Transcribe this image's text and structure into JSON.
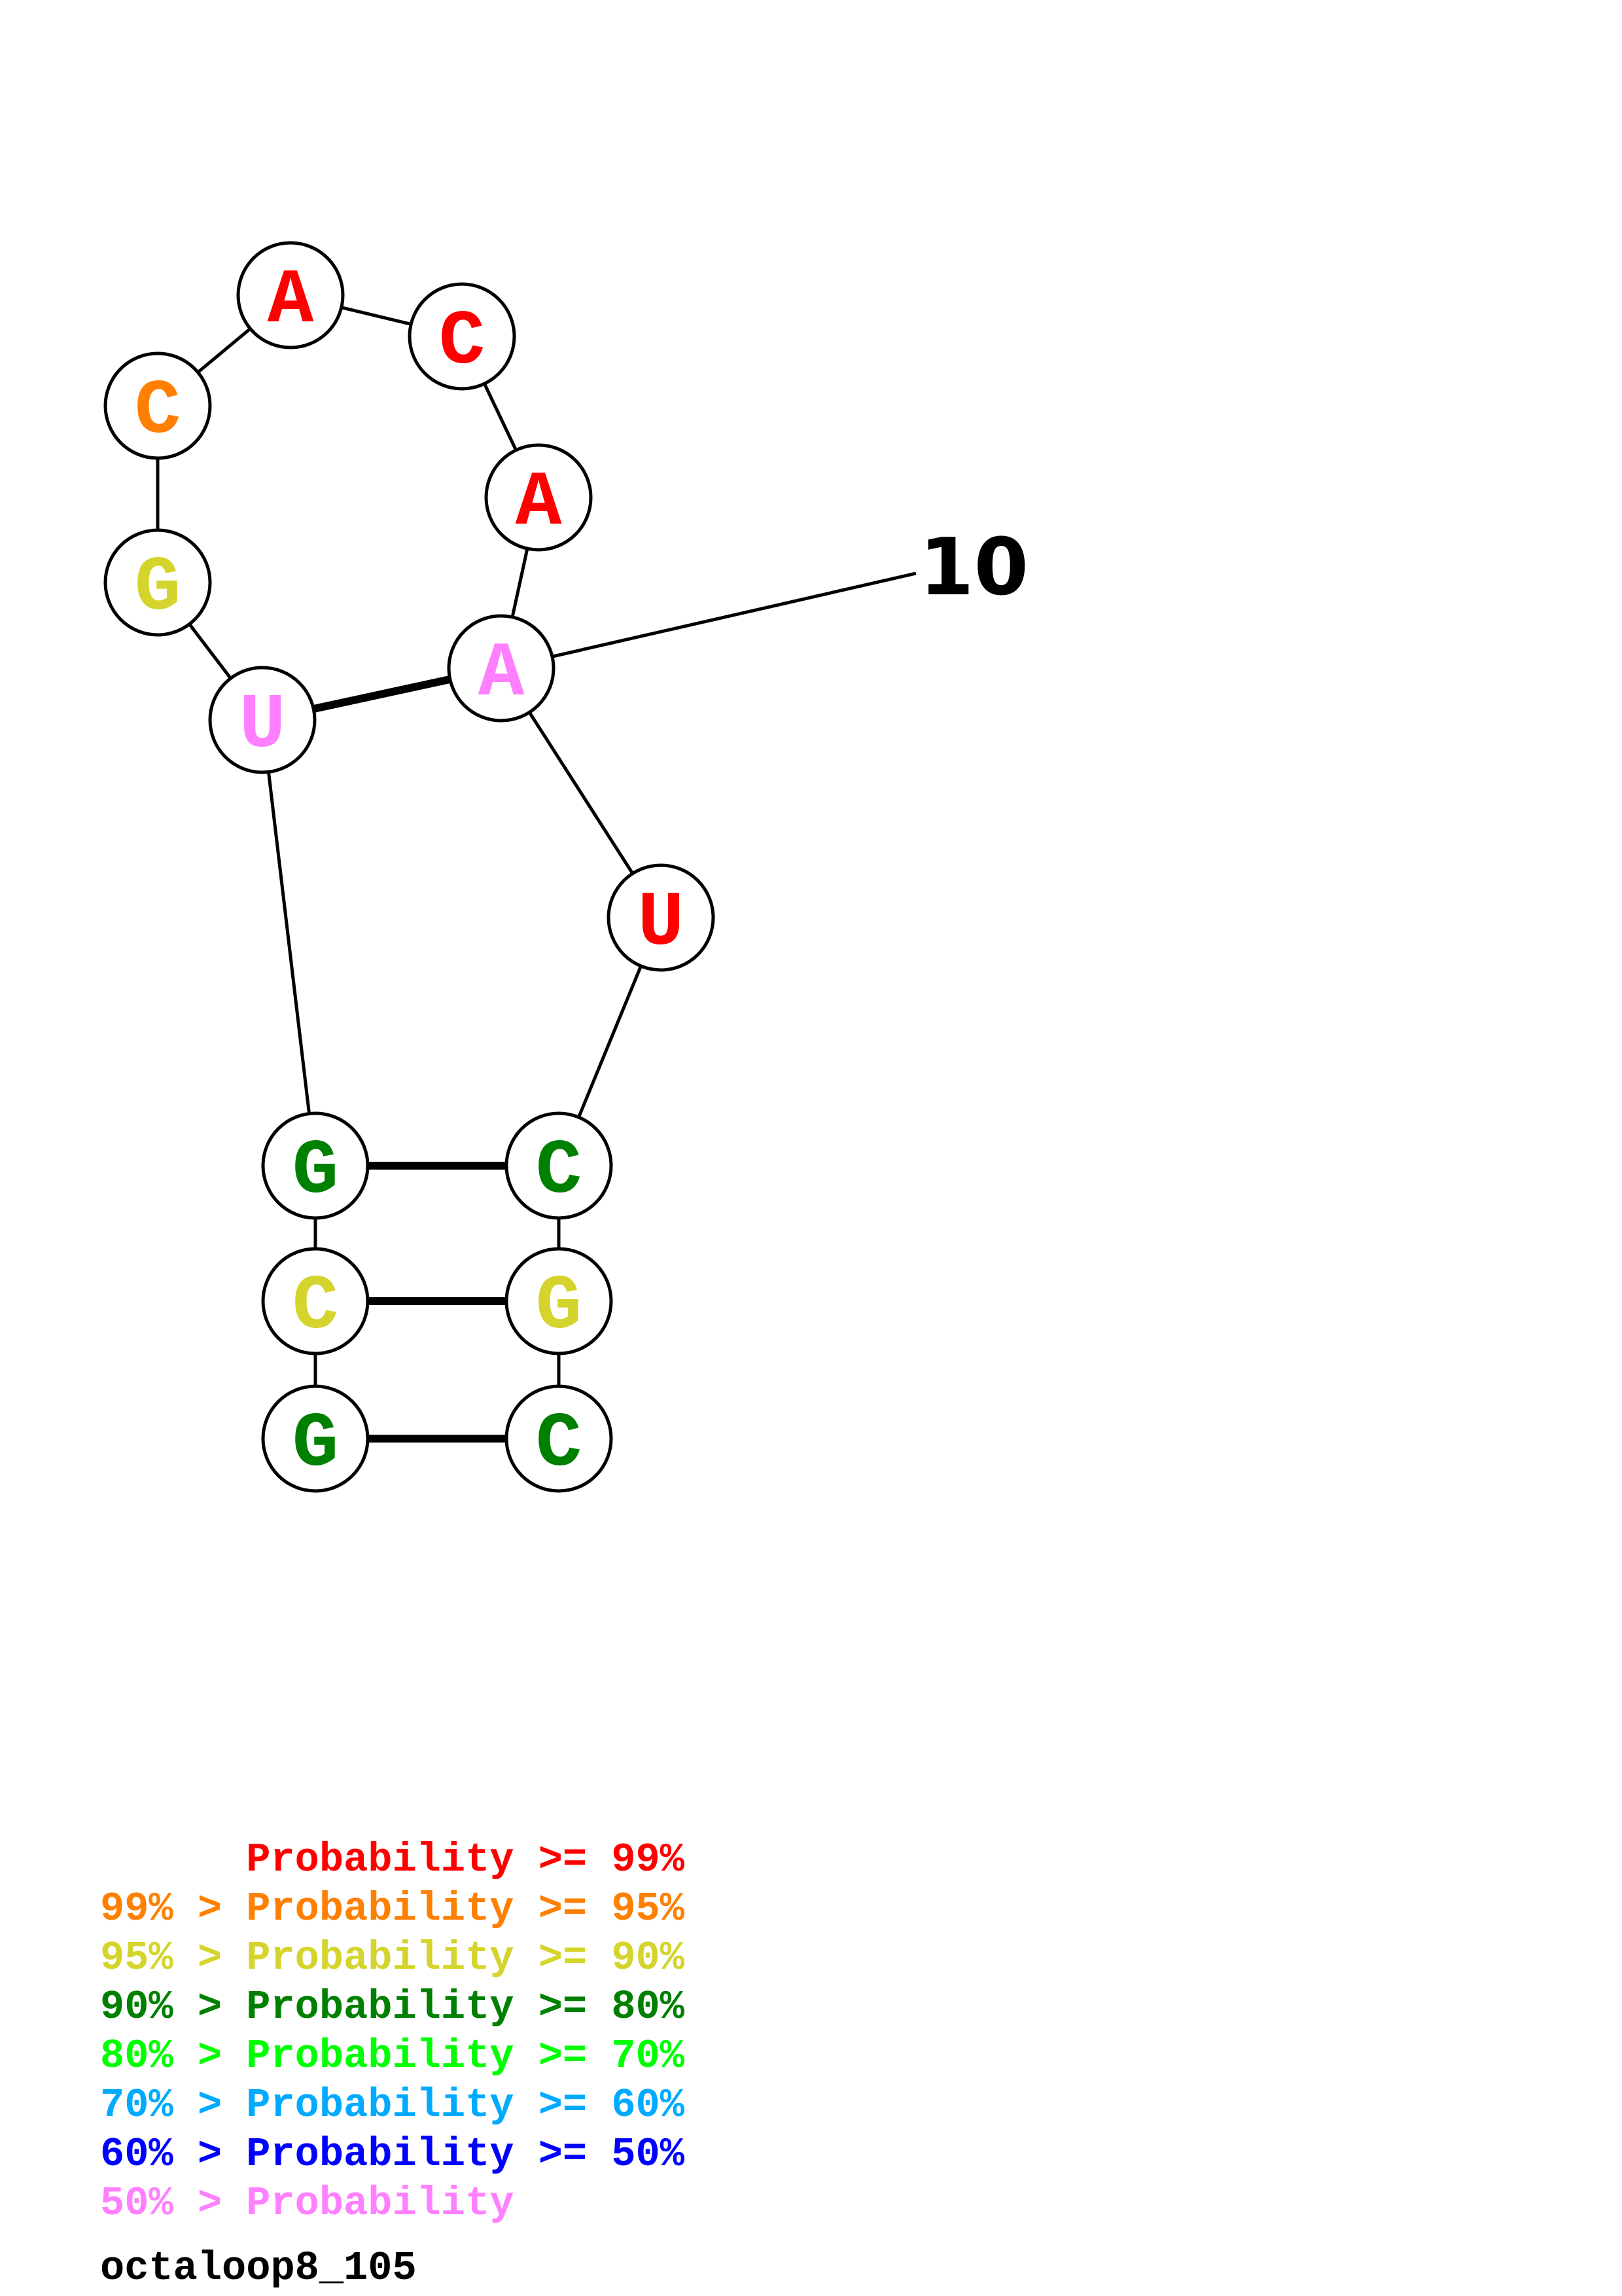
{
  "title": "octaloop8_105",
  "colors": {
    "p99": "#ff0000",
    "p95": "#ff8000",
    "p90": "#d4d42c",
    "p80": "#008000",
    "p70": "#00ff00",
    "p60": "#00aaff",
    "p50": "#0000ff",
    "plow": "#ff80ff"
  },
  "nucleotides": [
    {
      "index": 1,
      "base": "G",
      "color": "#008000"
    },
    {
      "index": 2,
      "base": "C",
      "color": "#d4d42c"
    },
    {
      "index": 3,
      "base": "G",
      "color": "#008000"
    },
    {
      "index": 4,
      "base": "U",
      "color": "#ff80ff"
    },
    {
      "index": 5,
      "base": "G",
      "color": "#d4d42c"
    },
    {
      "index": 6,
      "base": "C",
      "color": "#ff8000"
    },
    {
      "index": 7,
      "base": "A",
      "color": "#ff0000"
    },
    {
      "index": 8,
      "base": "C",
      "color": "#ff0000"
    },
    {
      "index": 9,
      "base": "A",
      "color": "#ff0000"
    },
    {
      "index": 10,
      "base": "A",
      "color": "#ff80ff"
    },
    {
      "index": 11,
      "base": "U",
      "color": "#ff0000"
    },
    {
      "index": 12,
      "base": "C",
      "color": "#008000"
    },
    {
      "index": 13,
      "base": "G",
      "color": "#d4d42c"
    },
    {
      "index": 14,
      "base": "C",
      "color": "#008000"
    }
  ],
  "pairs": [
    [
      1,
      14
    ],
    [
      2,
      13
    ],
    [
      3,
      12
    ],
    [
      4,
      10
    ]
  ],
  "position_label": {
    "index": 10,
    "text": "10"
  },
  "legend": [
    {
      "prefix": "      ",
      "text": "Probability >= 99%",
      "color": "#ff0000"
    },
    {
      "prefix": "99% > ",
      "text": "Probability >= 95%",
      "color": "#ff8000"
    },
    {
      "prefix": "95% > ",
      "text": "Probability >= 90%",
      "color": "#d4d42c"
    },
    {
      "prefix": "90% > ",
      "text": "Probability >= 80%",
      "color": "#008000"
    },
    {
      "prefix": "80% > ",
      "text": "Probability >= 70%",
      "color": "#00ff00"
    },
    {
      "prefix": "70% > ",
      "text": "Probability >= 60%",
      "color": "#00aaff"
    },
    {
      "prefix": "60% > ",
      "text": "Probability >= 50%",
      "color": "#0000ff"
    },
    {
      "prefix": "50% > ",
      "text": "Probability",
      "color": "#ff80ff"
    }
  ]
}
